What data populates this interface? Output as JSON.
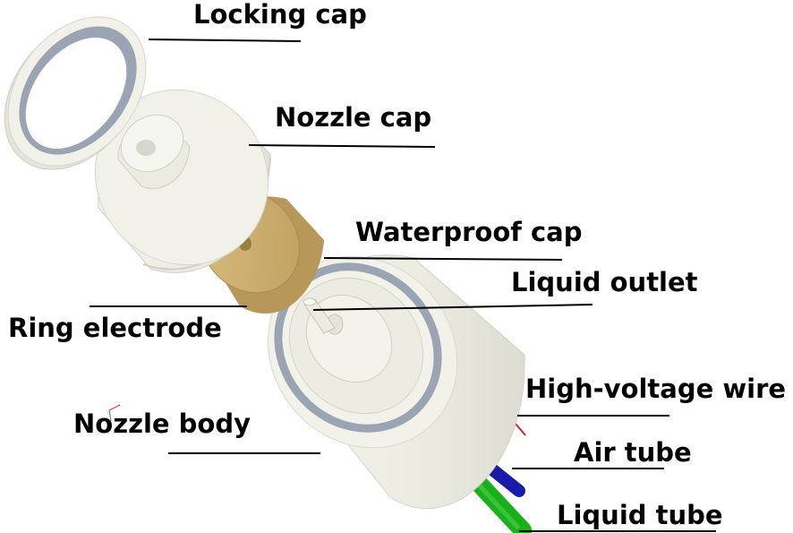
{
  "labels": {
    "locking_cap": "Locking cap",
    "nozzle_cap": "Nozzle cap",
    "waterproof_cap": "Waterproof cap",
    "liquid_outlet": "Liquid outlet",
    "ring_electrode": "Ring electrode",
    "high_voltage_wire": "High-voltage wire",
    "nozzle_body": "Nozzle body",
    "air_tube": "Air tube",
    "liquid_tube": "Liquid tube"
  },
  "colors": {
    "part_body": "#eeeee4",
    "part_shadow": "#d9d9cf",
    "part_edge": "#c9c9bf",
    "ring_inner": "#9aa4b3",
    "waterproof": "#c9ac6e",
    "waterproof_side": "#b8985a",
    "high_voltage_wire": "#cc2a2a",
    "air_tube": "#1a1aa8",
    "liquid_tube": "#19b019",
    "leader_line": "#000000"
  }
}
